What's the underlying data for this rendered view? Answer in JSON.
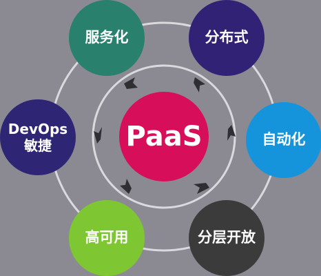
{
  "diagram": {
    "center": {
      "label": "PaaS",
      "color": "#d70f5b"
    },
    "nodes": [
      {
        "key": "service",
        "label": "服务化",
        "color": "#28806d"
      },
      {
        "key": "distributed",
        "label": "分布式",
        "color": "#312276"
      },
      {
        "key": "automation",
        "label": "自动化",
        "color": "#1694db"
      },
      {
        "key": "devops",
        "label_line1": "DevOps",
        "label_line2": "敏捷",
        "color": "#2e2674"
      },
      {
        "key": "availability",
        "label": "高可用",
        "color": "#7ec733"
      },
      {
        "key": "layered",
        "label": "分层开放",
        "color": "#3b3b3b"
      }
    ],
    "ring_color": "#d9d9de",
    "arrow_color": "#2f2f33"
  }
}
